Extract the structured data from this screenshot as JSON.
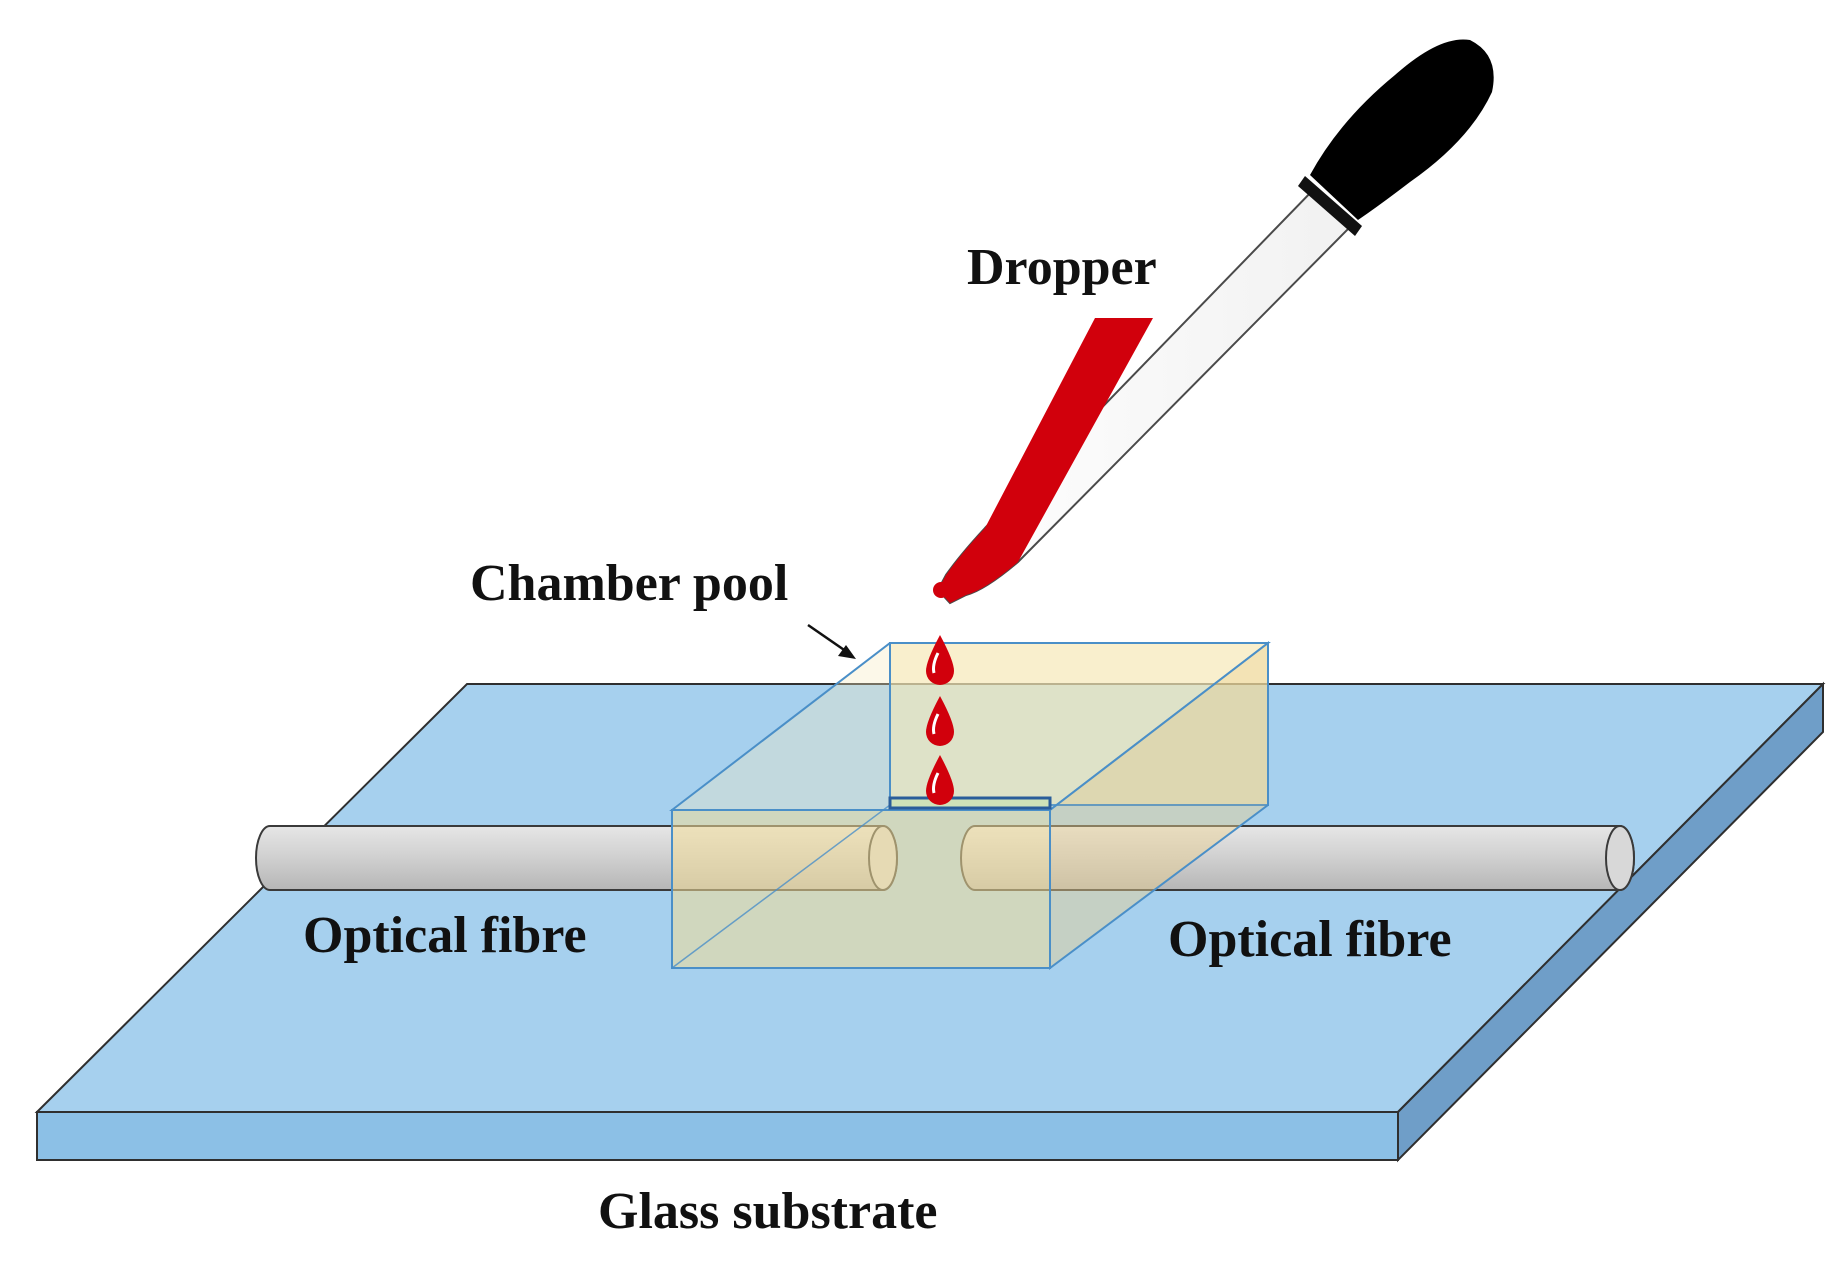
{
  "labels": {
    "dropper": "Dropper",
    "chamber_pool": "Chamber pool",
    "optical_fibre_left": "Optical fibre",
    "optical_fibre_right": "Optical fibre",
    "glass_substrate": "Glass substrate"
  },
  "colors": {
    "substrate_top": "#a6d0ee",
    "substrate_front": "#8cc0e6",
    "substrate_side": "#6f9ec8",
    "fibre": "#cfcfcf",
    "chamber": "#f6e7b1",
    "liquid": "#d1000c",
    "dropper_bulb": "#000000"
  },
  "drop_count": 3
}
